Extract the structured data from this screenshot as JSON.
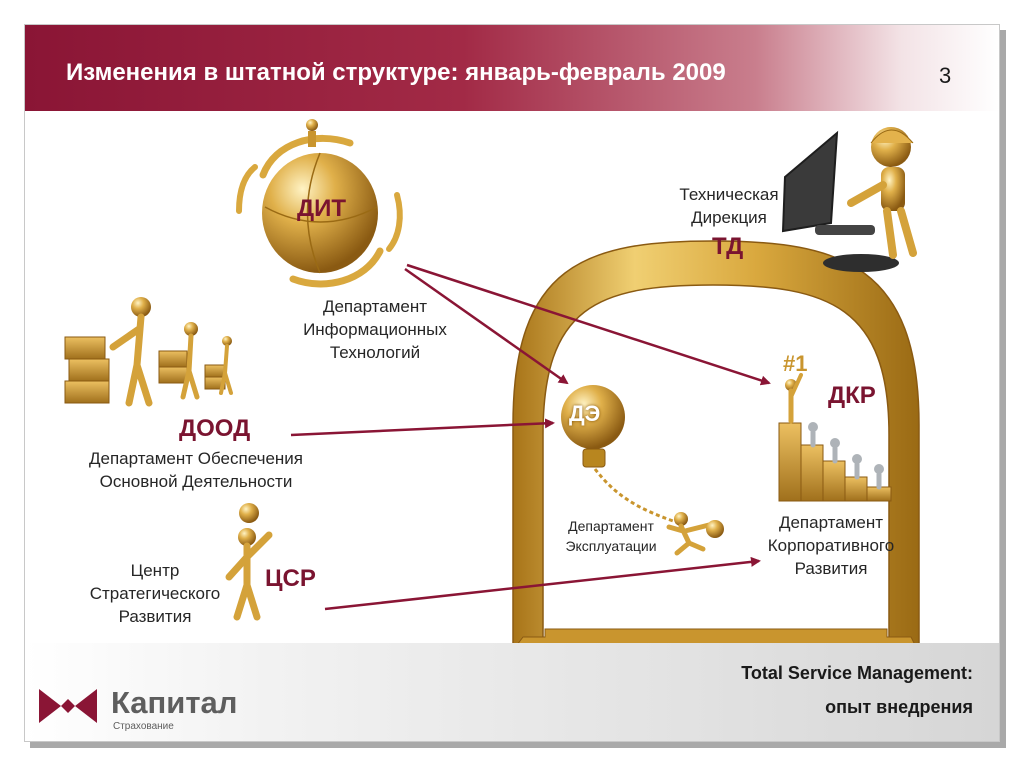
{
  "header": {
    "title": "Изменения в штатной структуре: январь-февраль 2009",
    "page_number": "3"
  },
  "departments": {
    "dit": {
      "abbr": "ДИТ",
      "name": [
        "Департамент",
        "Информационных",
        "Технологий"
      ]
    },
    "td": {
      "abbr": "ТД",
      "name": [
        "Техническая",
        "Дирекция"
      ]
    },
    "dood": {
      "abbr": "ДООД",
      "name": [
        "Департамент Обеспечения",
        "Основной Деятельности"
      ]
    },
    "de": {
      "abbr": "ДЭ",
      "name": [
        "Департамент",
        "Эксплуатации"
      ]
    },
    "dkr": {
      "abbr": "ДКР",
      "name": [
        "Департамент",
        "Корпоративного",
        "Развития"
      ],
      "rank_label": "#1"
    },
    "csr": {
      "abbr": "ЦСР",
      "name": [
        "Центр",
        "Стратегического",
        "Развития"
      ]
    }
  },
  "footer": {
    "line1": "Total Service Management:",
    "line2": "опыт внедрения"
  },
  "logo": {
    "name": "Капитал",
    "subtitle": "Страхование"
  },
  "colors": {
    "header_bg": "#8a1535",
    "accent": "#7a1430",
    "arrow": "#8a1535",
    "gold": "#d4a23a"
  }
}
